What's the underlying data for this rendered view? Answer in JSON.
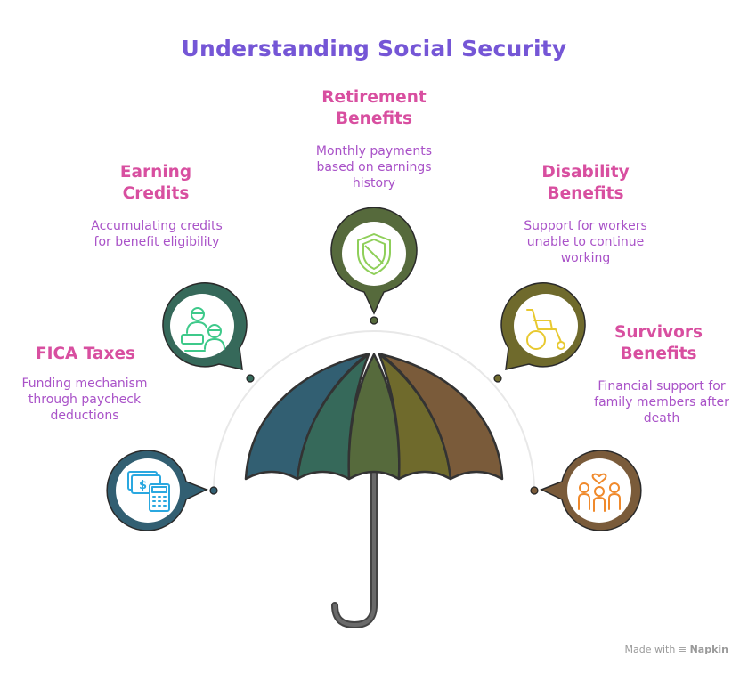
{
  "title": "Understanding Social Security",
  "items": [
    {
      "heading": "FICA Taxes",
      "description": "Funding mechanism through paycheck deductions",
      "icon": "money-calculator-icon",
      "color": "#325f72"
    },
    {
      "heading": "Earning Credits",
      "description": "Accumulating credits for benefit eligibility",
      "icon": "people-credits-icon",
      "color": "#36695a"
    },
    {
      "heading": "Retirement Benefits",
      "description": "Monthly payments based on earnings history",
      "icon": "shield-icon",
      "color": "#566a3c"
    },
    {
      "heading": "Disability Benefits",
      "description": "Support for workers unable to continue working",
      "icon": "wheelchair-icon",
      "color": "#6f6a2c"
    },
    {
      "heading": "Survivors Benefits",
      "description": "Financial support for family members after death",
      "icon": "family-icon",
      "color": "#7a5b3a"
    }
  ],
  "footer": {
    "made_with": "Made with",
    "brand": "Napkin"
  }
}
